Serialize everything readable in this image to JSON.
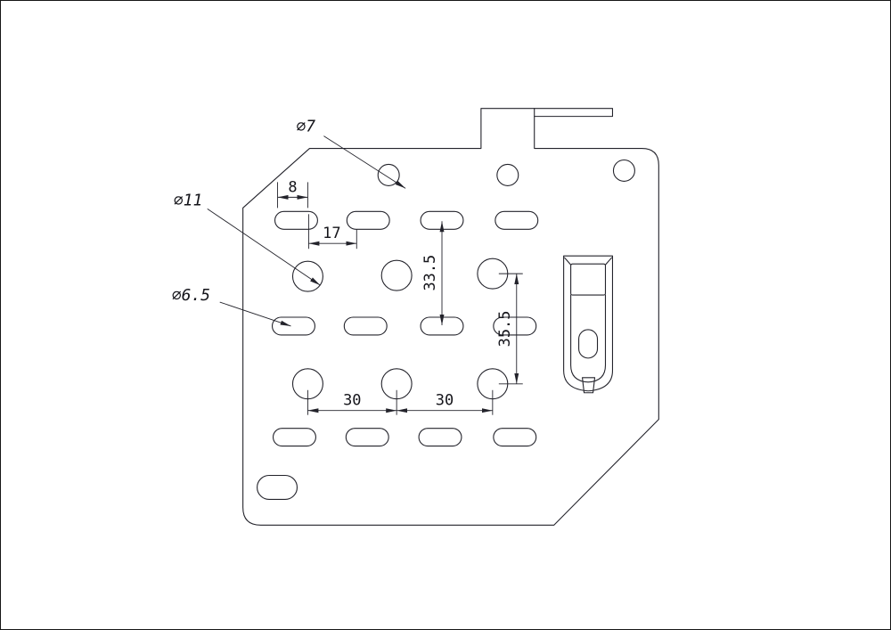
{
  "meta": {
    "background": "#ffffff",
    "line_color": "#23232b",
    "text_color": "#14141a",
    "drawing_type": "mechanical-plate-drawing"
  },
  "dimensions": {
    "top_hole_diameter": "∅7",
    "large_hole_diameter": "∅11",
    "slot_diameter": "∅6.5",
    "slot_width": "8",
    "slot_offset": "17",
    "slot_row_spacing": "33.5",
    "hole_row_spacing": "35.5",
    "hole_pitch_left": "30",
    "hole_pitch_right": "30"
  }
}
